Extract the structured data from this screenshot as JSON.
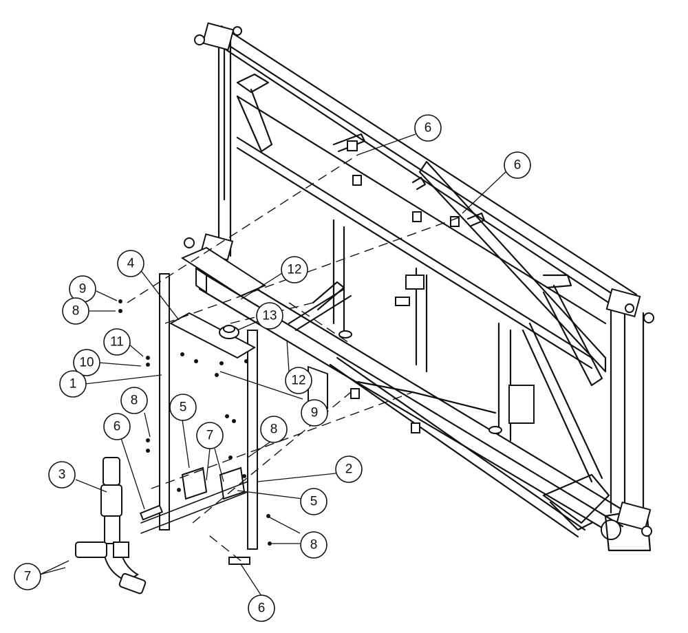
{
  "callouts": [
    {
      "id": "c6a",
      "label": "6"
    },
    {
      "id": "c6b",
      "label": "6"
    },
    {
      "id": "c4",
      "label": "4"
    },
    {
      "id": "c12a",
      "label": "12"
    },
    {
      "id": "c9a",
      "label": "9"
    },
    {
      "id": "c8a",
      "label": "8"
    },
    {
      "id": "c13",
      "label": "13"
    },
    {
      "id": "c11",
      "label": "11"
    },
    {
      "id": "c10",
      "label": "10"
    },
    {
      "id": "c12b",
      "label": "12"
    },
    {
      "id": "c1",
      "label": "1"
    },
    {
      "id": "c9b",
      "label": "9"
    },
    {
      "id": "c8b",
      "label": "8"
    },
    {
      "id": "c5a",
      "label": "5"
    },
    {
      "id": "c6c",
      "label": "6"
    },
    {
      "id": "c7a",
      "label": "7"
    },
    {
      "id": "c8c",
      "label": "8"
    },
    {
      "id": "c2",
      "label": "2"
    },
    {
      "id": "c3",
      "label": "3"
    },
    {
      "id": "c5b",
      "label": "5"
    },
    {
      "id": "c8d",
      "label": "8"
    },
    {
      "id": "c7b",
      "label": "7"
    },
    {
      "id": "c6d",
      "label": "6"
    }
  ]
}
